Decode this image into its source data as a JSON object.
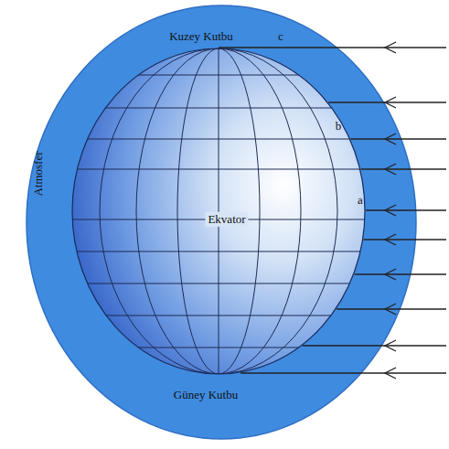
{
  "diagram": {
    "nodes": [
      {
        "text": [
          "Kuzey Kutbu",
          "Atmosfer",
          "Güney Kutbu"
        ]
      },
      {
        "text": [
          "Ekvator"
        ],
        "in": 0
      }
    ],
    "labels": [
      "c",
      "b",
      "a"
    ]
  }
}
